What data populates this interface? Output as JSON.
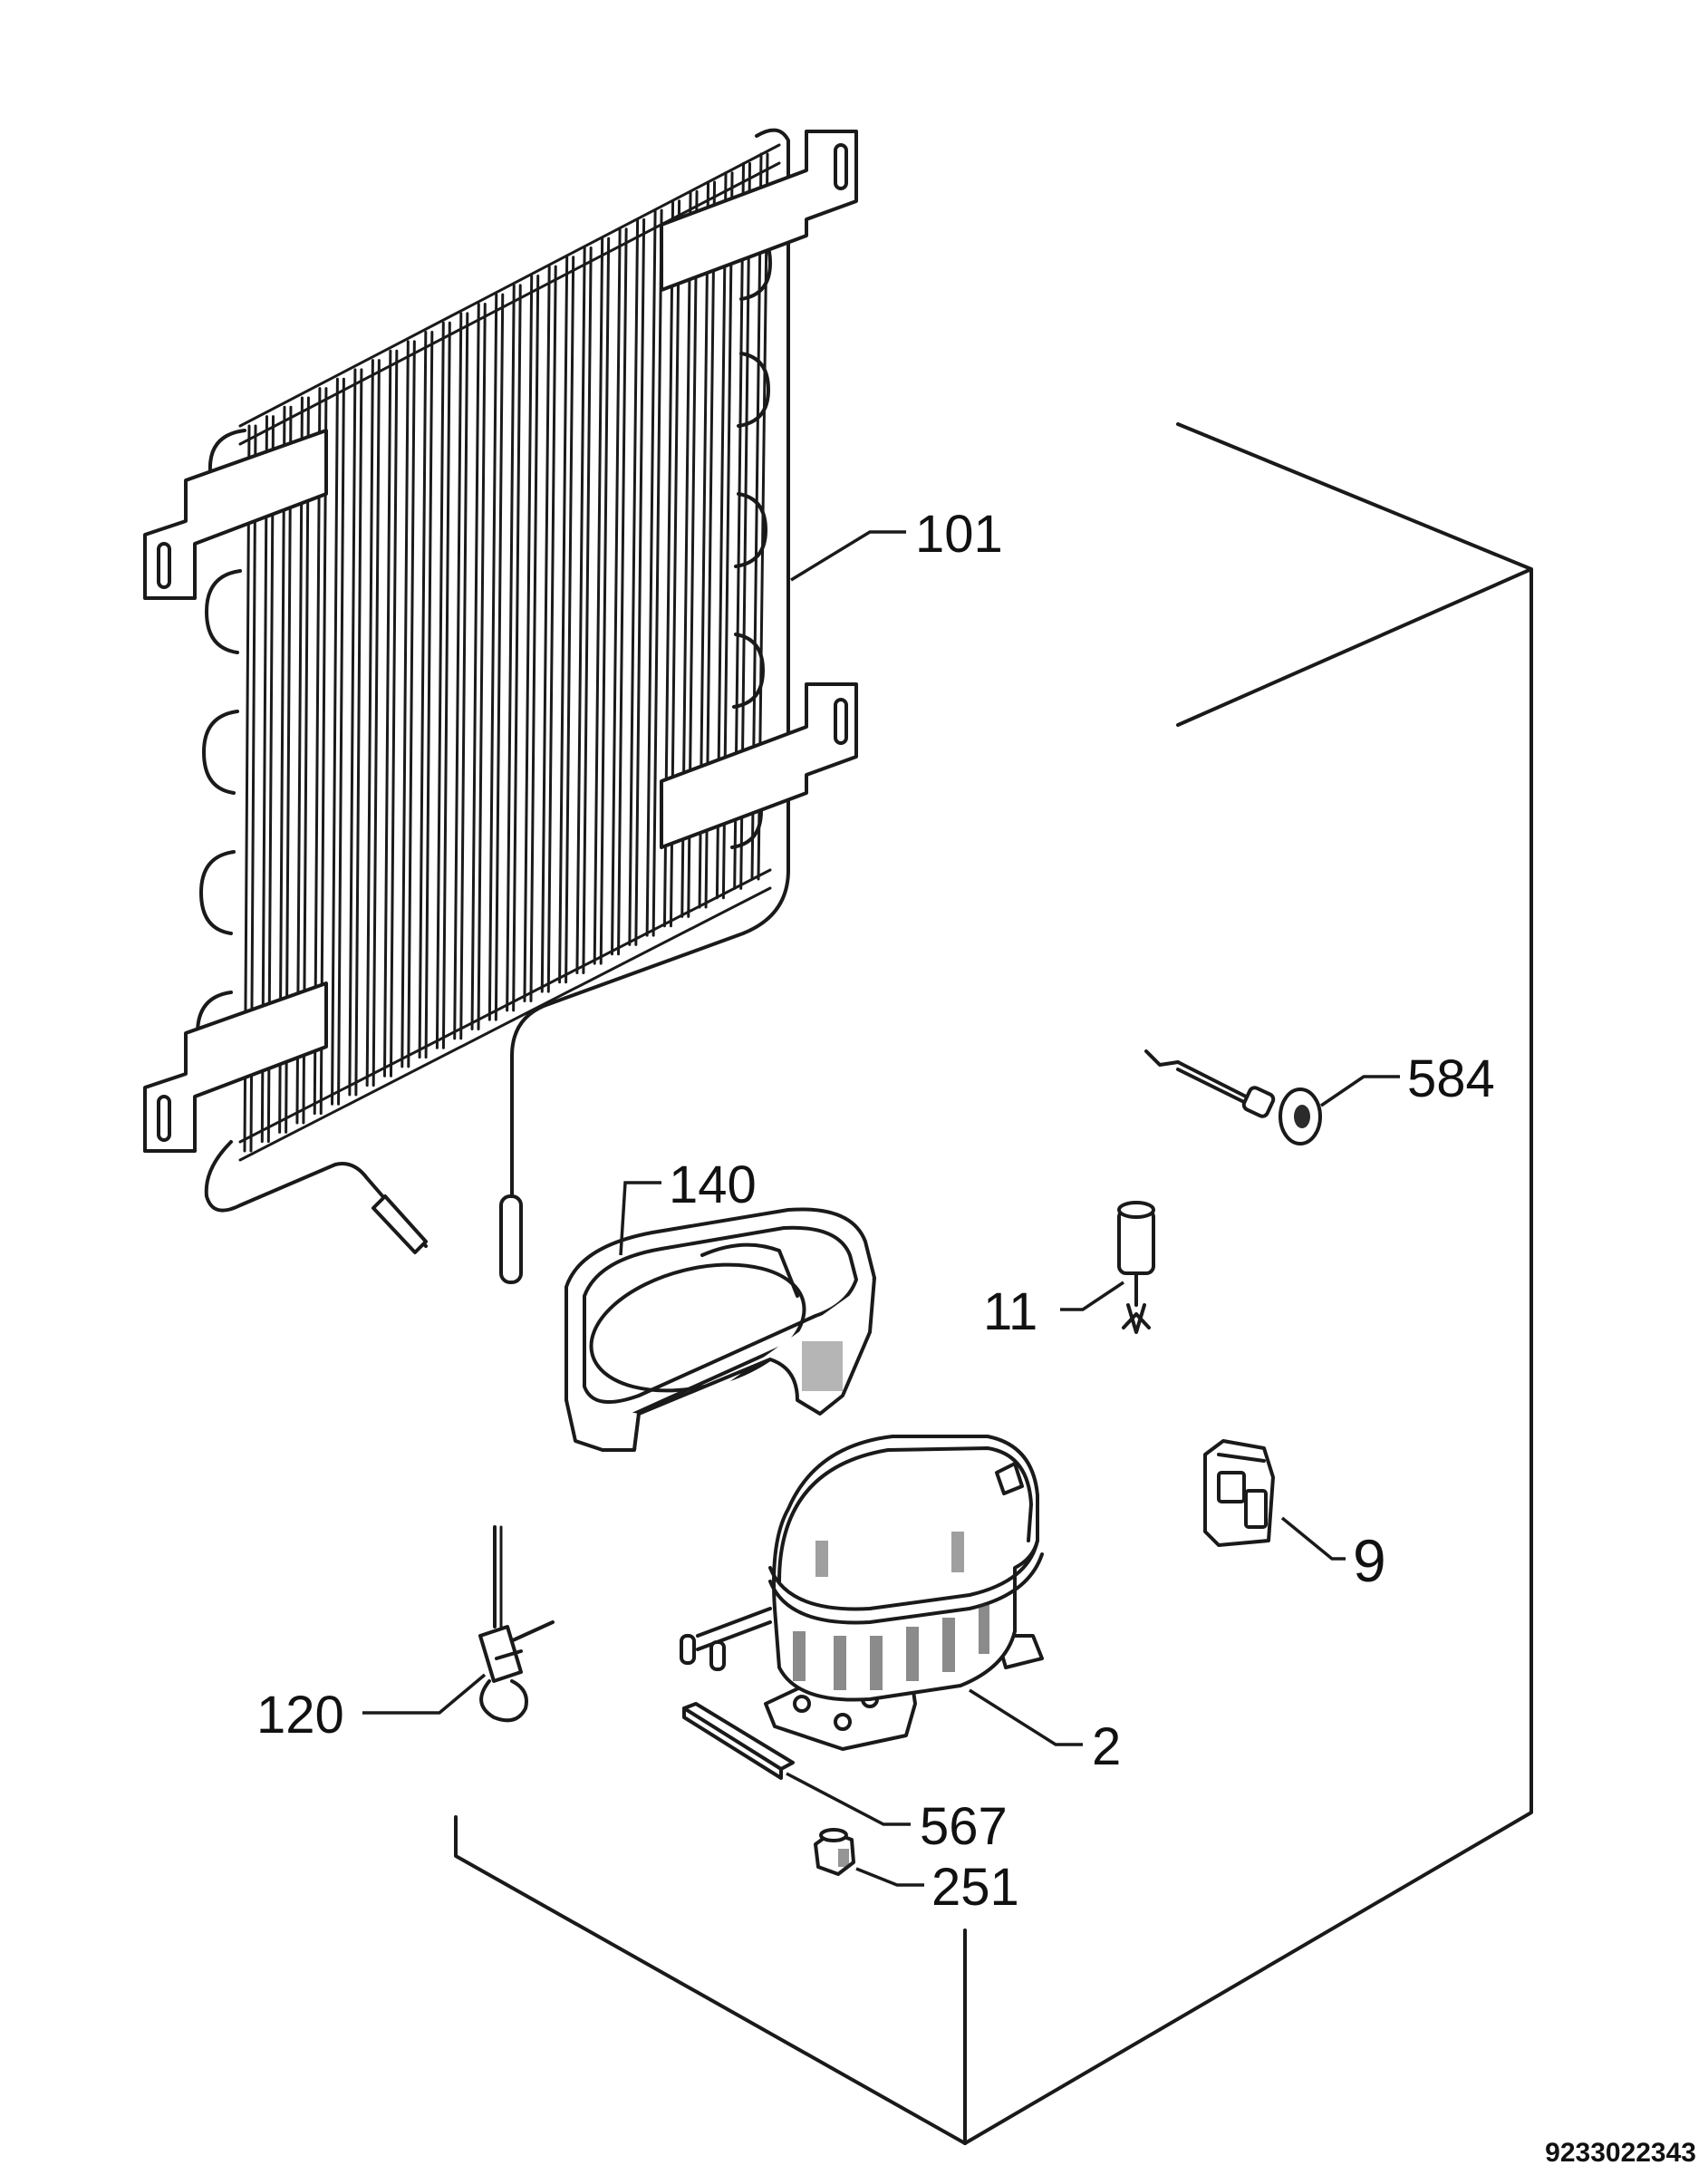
{
  "diagram": {
    "parts": [
      {
        "id": "101",
        "label": "101"
      },
      {
        "id": "140",
        "label": "140"
      },
      {
        "id": "584",
        "label": "584"
      },
      {
        "id": "11",
        "label": "11"
      },
      {
        "id": "9",
        "label": "9"
      },
      {
        "id": "120",
        "label": "120"
      },
      {
        "id": "2",
        "label": "2"
      },
      {
        "id": "567",
        "label": "567"
      },
      {
        "id": "251",
        "label": "251"
      }
    ],
    "document_number": "9233022343"
  }
}
